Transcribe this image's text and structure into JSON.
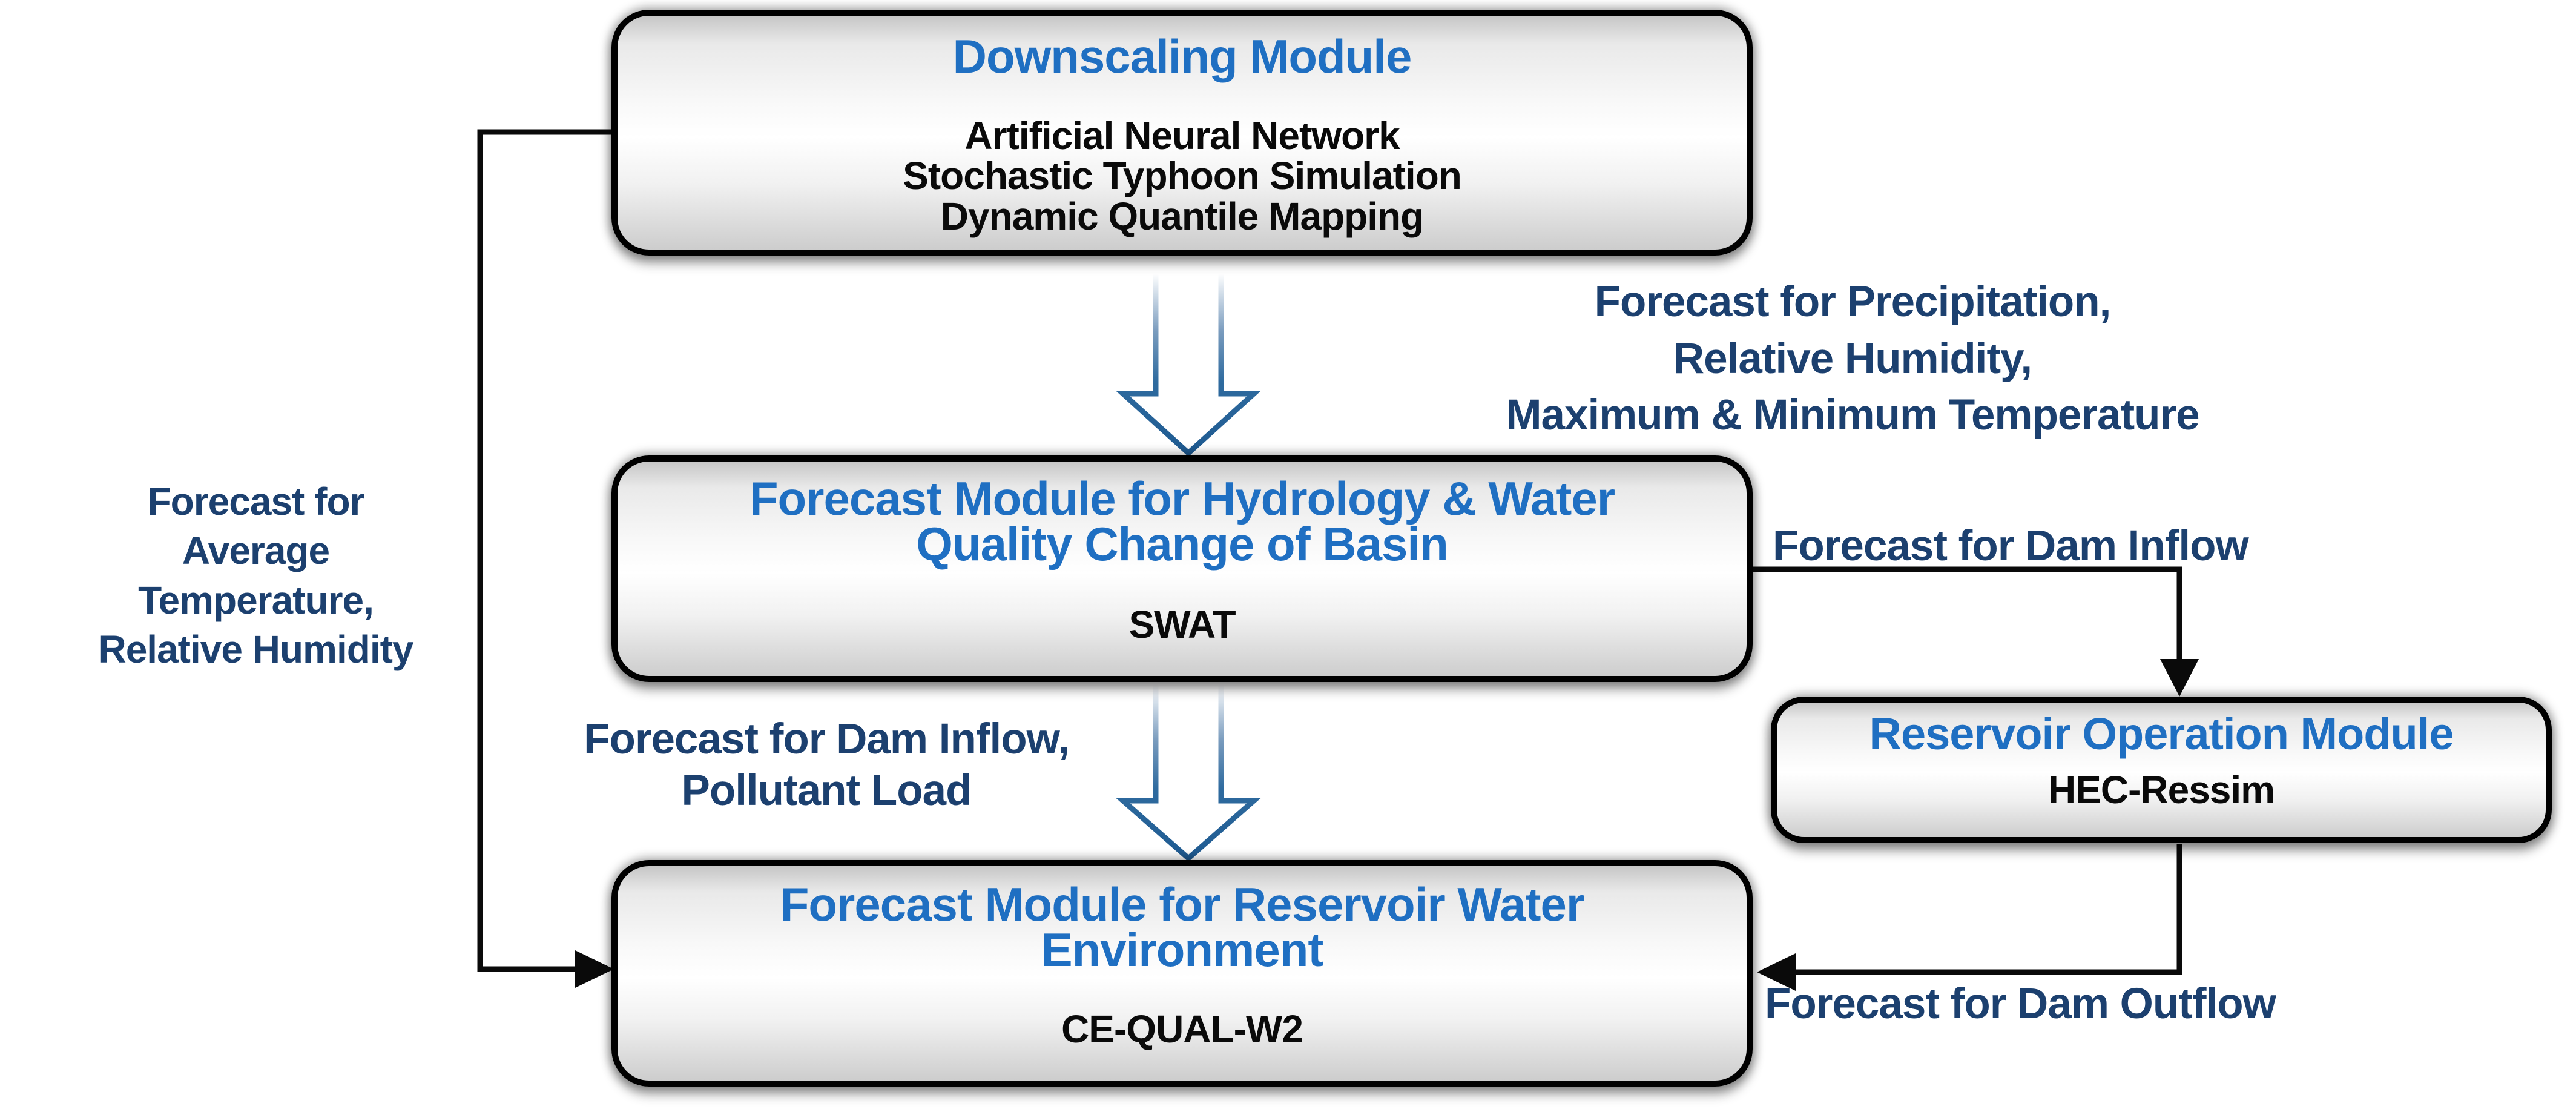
{
  "diagram": {
    "boxes": {
      "downscaling": {
        "title": "Downscaling Module",
        "subtitle": "Artificial Neural Network\nStochastic Typhoon Simulation\nDynamic Quantile Mapping"
      },
      "hydrology": {
        "title": "Forecast Module for Hydrology & Water\nQuality Change of Basin",
        "subtitle": "SWAT"
      },
      "reservoir_operation": {
        "title": "Reservoir Operation Module",
        "subtitle": "HEC-Ressim"
      },
      "reservoir_water": {
        "title": "Forecast Module for Reservoir Water\nEnvironment",
        "subtitle": "CE-QUAL-W2"
      }
    },
    "labels": {
      "precipitation": "Forecast for Precipitation,\nRelative Humidity,\nMaximum & Minimum Temperature",
      "average_temp": "Forecast for\nAverage\nTemperature,\nRelative Humidity",
      "dam_inflow": "Forecast for Dam Inflow",
      "dam_inflow_pollutant": "Forecast for Dam Inflow,\nPollutant Load",
      "dam_outflow": "Forecast for Dam Outflow"
    },
    "colors": {
      "box_title_blue": "#1f6fc2",
      "label_navy": "#1c406f",
      "big_arrow_blue": "#1e5a91",
      "connector_black": "#0a0a0a",
      "box_border": "#000000"
    }
  }
}
